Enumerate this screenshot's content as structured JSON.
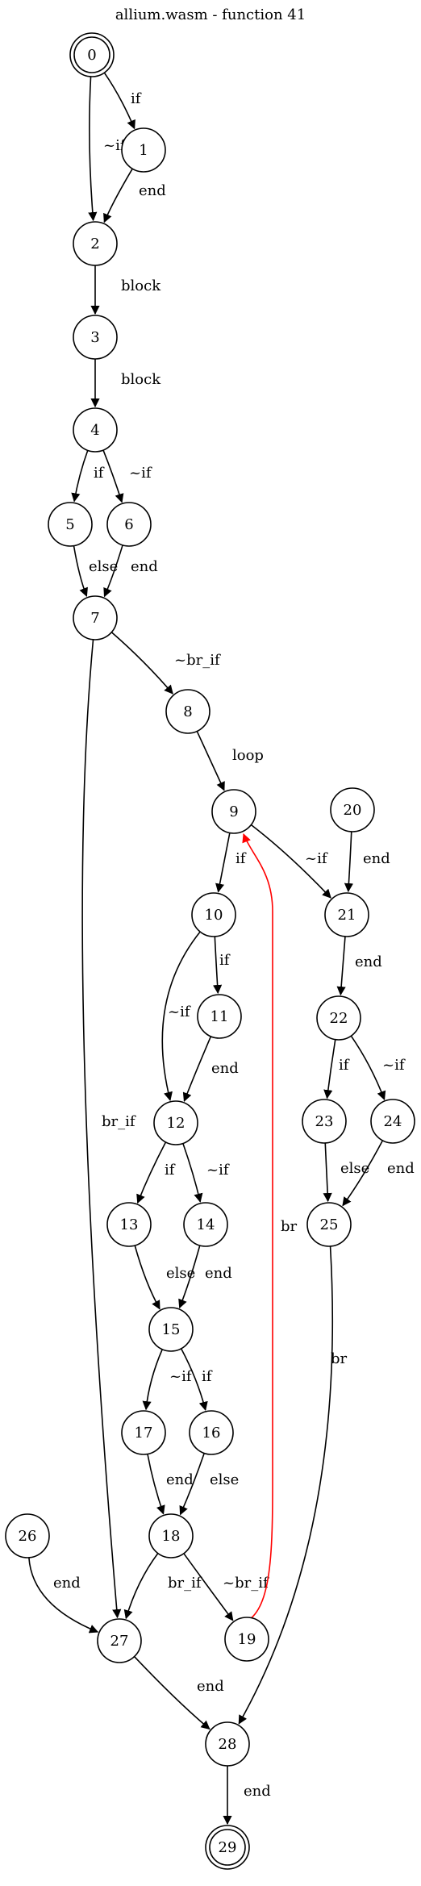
{
  "title": "allium.wasm - function 41",
  "nodes": [
    {
      "id": "0",
      "label": "0",
      "final": true
    },
    {
      "id": "1",
      "label": "1"
    },
    {
      "id": "2",
      "label": "2"
    },
    {
      "id": "3",
      "label": "3"
    },
    {
      "id": "4",
      "label": "4"
    },
    {
      "id": "5",
      "label": "5"
    },
    {
      "id": "6",
      "label": "6"
    },
    {
      "id": "7",
      "label": "7"
    },
    {
      "id": "8",
      "label": "8"
    },
    {
      "id": "9",
      "label": "9"
    },
    {
      "id": "10",
      "label": "10"
    },
    {
      "id": "11",
      "label": "11"
    },
    {
      "id": "12",
      "label": "12"
    },
    {
      "id": "13",
      "label": "13"
    },
    {
      "id": "14",
      "label": "14"
    },
    {
      "id": "15",
      "label": "15"
    },
    {
      "id": "16",
      "label": "16"
    },
    {
      "id": "17",
      "label": "17"
    },
    {
      "id": "18",
      "label": "18"
    },
    {
      "id": "19",
      "label": "19"
    },
    {
      "id": "20",
      "label": "20"
    },
    {
      "id": "21",
      "label": "21"
    },
    {
      "id": "22",
      "label": "22"
    },
    {
      "id": "23",
      "label": "23"
    },
    {
      "id": "24",
      "label": "24"
    },
    {
      "id": "25",
      "label": "25"
    },
    {
      "id": "26",
      "label": "26"
    },
    {
      "id": "27",
      "label": "27"
    },
    {
      "id": "28",
      "label": "28"
    },
    {
      "id": "29",
      "label": "29",
      "final": true
    }
  ],
  "edges": [
    {
      "from": "0",
      "to": "1",
      "label": "if"
    },
    {
      "from": "0",
      "to": "2",
      "label": "~if"
    },
    {
      "from": "1",
      "to": "2",
      "label": "end"
    },
    {
      "from": "2",
      "to": "3",
      "label": "block"
    },
    {
      "from": "3",
      "to": "4",
      "label": "block"
    },
    {
      "from": "4",
      "to": "5",
      "label": "if"
    },
    {
      "from": "4",
      "to": "6",
      "label": "~if"
    },
    {
      "from": "5",
      "to": "7",
      "label": "else"
    },
    {
      "from": "6",
      "to": "7",
      "label": "end"
    },
    {
      "from": "7",
      "to": "8",
      "label": "~br_if"
    },
    {
      "from": "7",
      "to": "27",
      "label": "br_if"
    },
    {
      "from": "8",
      "to": "9",
      "label": "loop"
    },
    {
      "from": "9",
      "to": "10",
      "label": "if"
    },
    {
      "from": "9",
      "to": "21",
      "label": "~if"
    },
    {
      "from": "20",
      "to": "21",
      "label": "end"
    },
    {
      "from": "10",
      "to": "11",
      "label": "if"
    },
    {
      "from": "10",
      "to": "12",
      "label": "~if"
    },
    {
      "from": "11",
      "to": "12",
      "label": "end"
    },
    {
      "from": "21",
      "to": "22",
      "label": "end"
    },
    {
      "from": "22",
      "to": "23",
      "label": "if"
    },
    {
      "from": "22",
      "to": "24",
      "label": "~if"
    },
    {
      "from": "12",
      "to": "13",
      "label": "if"
    },
    {
      "from": "12",
      "to": "14",
      "label": "~if"
    },
    {
      "from": "23",
      "to": "25",
      "label": "else"
    },
    {
      "from": "24",
      "to": "25",
      "label": "end"
    },
    {
      "from": "13",
      "to": "15",
      "label": "else"
    },
    {
      "from": "14",
      "to": "15",
      "label": "end"
    },
    {
      "from": "15",
      "to": "17",
      "label": "~if"
    },
    {
      "from": "15",
      "to": "16",
      "label": "if"
    },
    {
      "from": "17",
      "to": "18",
      "label": "end"
    },
    {
      "from": "16",
      "to": "18",
      "label": "else"
    },
    {
      "from": "18",
      "to": "27",
      "label": "br_if"
    },
    {
      "from": "18",
      "to": "19",
      "label": "~br_if"
    },
    {
      "from": "19",
      "to": "9",
      "label": "br",
      "color": "#ff0000"
    },
    {
      "from": "26",
      "to": "27",
      "label": "end"
    },
    {
      "from": "25",
      "to": "28",
      "label": "br"
    },
    {
      "from": "27",
      "to": "28",
      "label": "end"
    },
    {
      "from": "28",
      "to": "29",
      "label": "end"
    }
  ]
}
